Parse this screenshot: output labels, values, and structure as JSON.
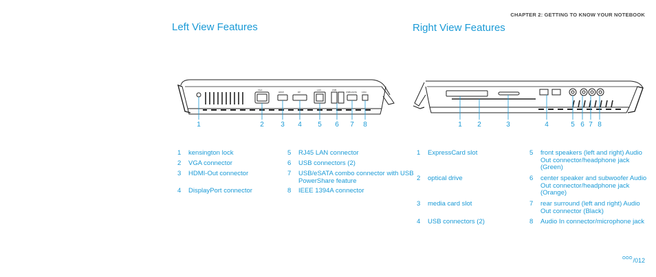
{
  "header": {
    "chapter": "CHAPTER 2: GETTING TO KNOW YOUR NOTEBOOK"
  },
  "left_view": {
    "title": "Left View Features",
    "callouts": [
      "1",
      "2",
      "3",
      "4",
      "5",
      "6",
      "7",
      "8"
    ],
    "port_labels": [
      "VGA",
      "HDMI",
      "DP",
      "LAN",
      "USB",
      "USB/eSATA",
      "1394"
    ],
    "items": [
      {
        "num": "1",
        "text": "kensington lock"
      },
      {
        "num": "2",
        "text": "VGA connector"
      },
      {
        "num": "3",
        "text": "HDMI-Out connector"
      },
      {
        "num": "4",
        "text": "DisplayPort connector"
      },
      {
        "num": "5",
        "text": "RJ45 LAN connector"
      },
      {
        "num": "6",
        "text": "USB connectors (2)"
      },
      {
        "num": "7",
        "text": "USB/eSATA combo connector with USB PowerShare feature"
      },
      {
        "num": "8",
        "text": "IEEE 1394A connector"
      }
    ]
  },
  "right_view": {
    "title": "Right View Features",
    "callouts": [
      "1",
      "2",
      "3",
      "4",
      "5",
      "6",
      "7",
      "8"
    ],
    "items": [
      {
        "num": "1",
        "text": "ExpressCard slot"
      },
      {
        "num": "2",
        "text": "optical drive"
      },
      {
        "num": "3",
        "text": "media card slot"
      },
      {
        "num": "4",
        "text": "USB connectors (2)"
      },
      {
        "num": "5",
        "text": "front speakers (left and right) Audio Out connector/headphone jack (Green)"
      },
      {
        "num": "6",
        "text": "center speaker and subwoofer Audio Out connector/headphone jack (Orange)"
      },
      {
        "num": "7",
        "text": "rear surround (left and right) Audio Out connector (Black)"
      },
      {
        "num": "8",
        "text": "Audio In connector/microphone jack"
      }
    ]
  },
  "footer": {
    "logo": "ᴑᴑᴑ",
    "separator": "/",
    "page": "012"
  }
}
